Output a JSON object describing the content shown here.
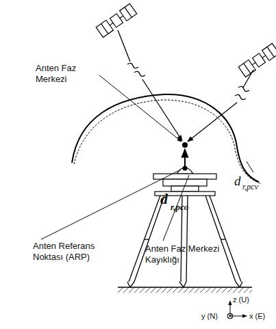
{
  "diagram": {
    "labels": [
      "Anten Faz Merkezi",
      "d",
      "r,pcv",
      "d",
      "r,pco",
      "Anten Referans Noktası (ARP)",
      "Anten Faz Merkezi Kayıklığı",
      "z (U)",
      "y (N)",
      "x (E)"
    ]
  }
}
